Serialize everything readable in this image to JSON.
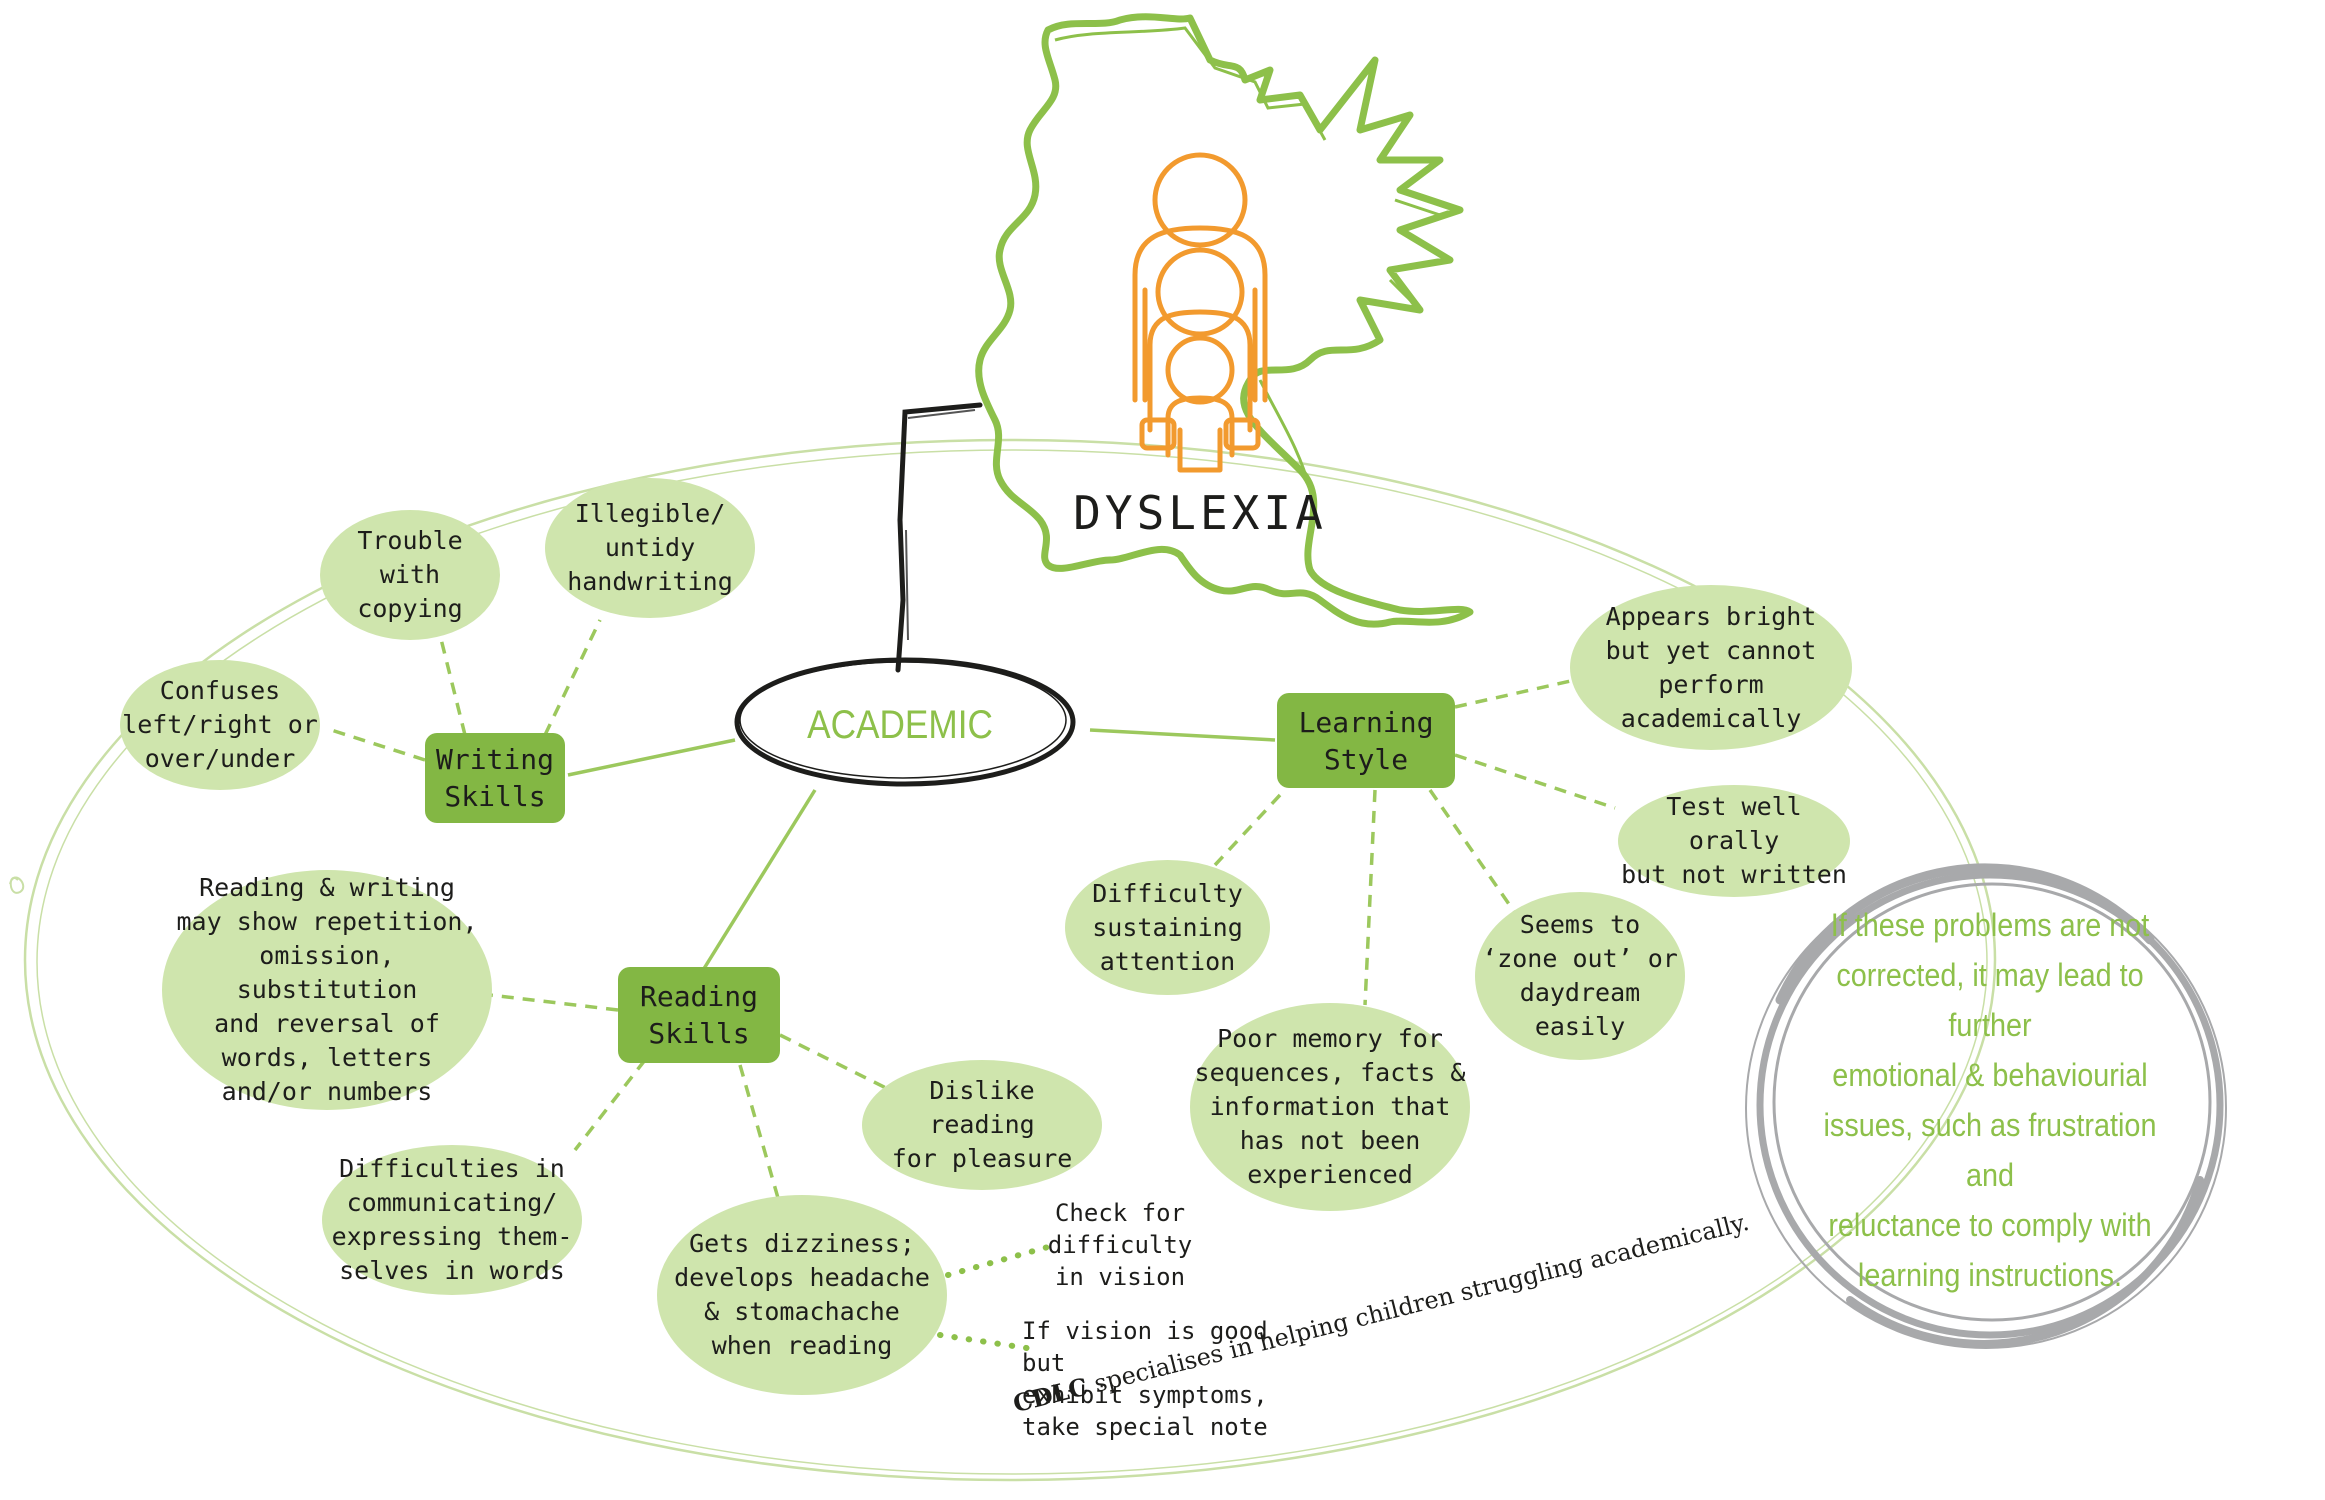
{
  "colors": {
    "bubble": "#cfe5ad",
    "hub": "#83b744",
    "outline_green": "#8dc04a",
    "figure_orange": "#f29a2e",
    "ring_grey": "#a8a9ab",
    "ink": "#1d1d1b"
  },
  "title": "DYSLEXIA",
  "center": "ACADEMIC",
  "icons": [
    "family-figures-icon"
  ],
  "hubs": {
    "writing": "Writing\nSkills",
    "reading": "Reading\nSkills",
    "learning": "Learning\nStyle"
  },
  "writing_items": [
    "Confuses\nleft/right or\nover/under",
    "Trouble\nwith\ncopying",
    "Illegible/\nuntidy\nhandwriting"
  ],
  "reading_items": [
    "Reading & writing\nmay show repetition,\nomission, substitution\nand reversal of\nwords, letters\nand/or numbers",
    "Difficulties in\ncommunicating/\nexpressing them-\nselves in words",
    "Gets dizziness;\ndevelops headache\n& stomachache\nwhen reading",
    "Dislike\nreading\nfor pleasure"
  ],
  "reading_notes": [
    "Check for\ndifficulty\nin vision",
    "If vision is good but\nexhibit symptoms,\ntake special note"
  ],
  "learning_items": [
    "Appears bright\nbut yet cannot\nperform\nacademically",
    "Test well orally\nbut not written",
    "Seems to\n‘zone out’ or\ndaydream\neasily",
    "Poor memory for\nsequences, facts &\ninformation that\nhas not been\nexperienced",
    "Difficulty\nsustaining\nattention"
  ],
  "callout": "If these problems are not\ncorrected, it may lead to further\nemotional & behaviourial\nissues, such as frustration and\nreluctance to comply with\nlearning instructions.",
  "tagline": {
    "brand": "CDLC",
    "rest": " specialises in helping children struggling academically."
  }
}
